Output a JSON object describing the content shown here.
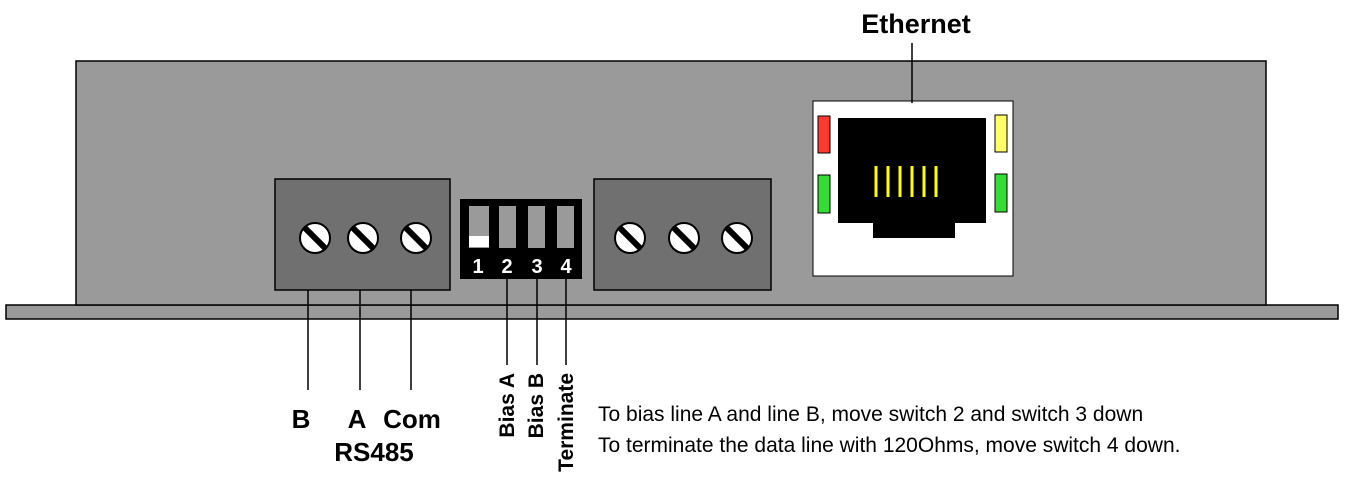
{
  "labels": {
    "ethernet": "Ethernet",
    "terminal_b": "B",
    "terminal_a": "A",
    "terminal_com": "Com",
    "rs485": "RS485",
    "bias_a": "Bias A",
    "bias_b": "Bias B",
    "terminate": "Terminate"
  },
  "dip_switch": {
    "numbers": [
      "1",
      "2",
      "3",
      "4"
    ]
  },
  "instructions": {
    "line1": "To bias line A and line B, move switch 2 and switch 3 down",
    "line2": "To terminate the data line with 120Ohms, move switch 4 down."
  },
  "colors": {
    "housing": "#9a9a9a",
    "terminal_block": "#707070",
    "dip_body": "#000000",
    "dip_slot": "#9a9a9a",
    "led_red": "#ff3b30",
    "led_yellow": "#ffff66",
    "led_green": "#33dd33",
    "rj45_pins": "#ffff00"
  }
}
